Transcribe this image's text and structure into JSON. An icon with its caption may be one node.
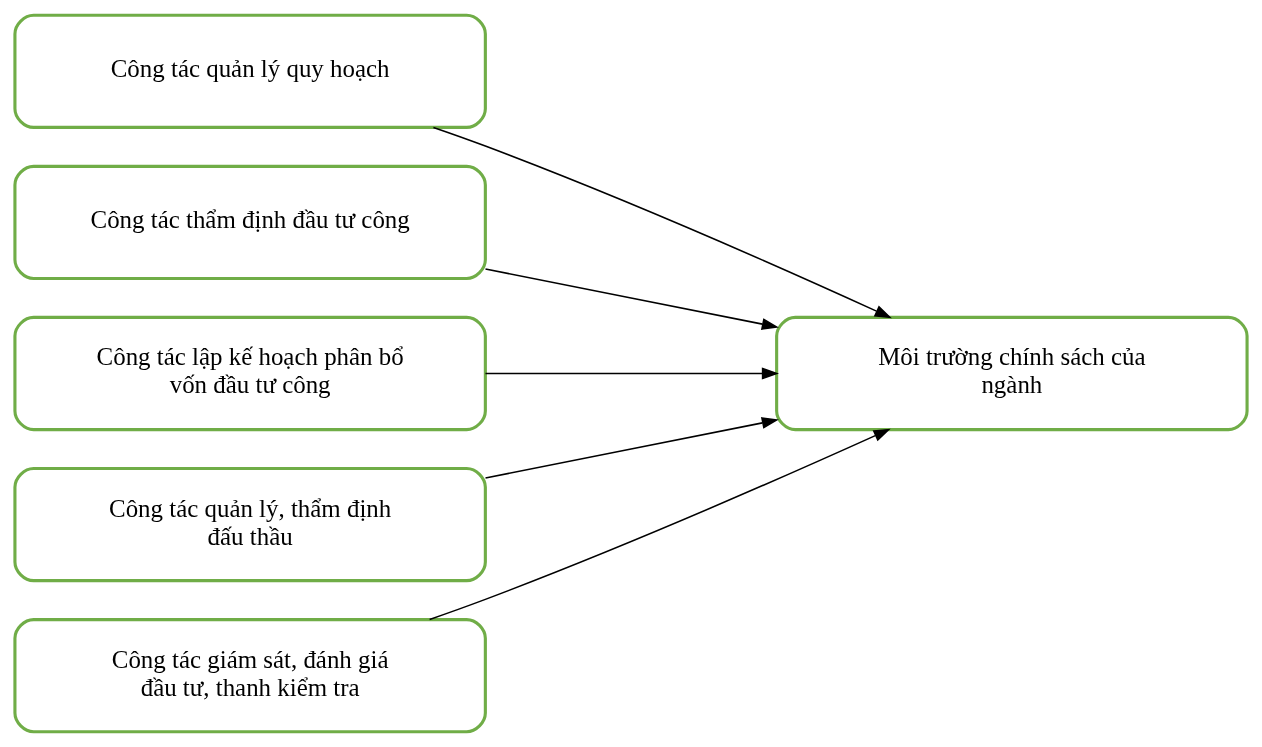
{
  "diagram": {
    "nodes": [
      {
        "text": [
          "Công tác quản lý quy hoạch"
        ]
      },
      {
        "text": [
          "Công tác thẩm định đầu tư công"
        ]
      },
      {
        "text": [
          "Công tác lập kế hoạch phân bổ vốn đầu tư công"
        ]
      },
      {
        "text": [
          "Công tác quản lý, thẩm định đấu thầu"
        ]
      },
      {
        "text": [
          "Công tác giám sát, đánh giá đầu tư, thanh kiểm tra"
        ]
      },
      {
        "text": [
          "Môi trường chính sách của ngành"
        ]
      }
    ],
    "edges": [
      {
        "from": 0,
        "to": 5,
        "arrow": "to"
      },
      {
        "from": 1,
        "to": 5,
        "arrow": "to"
      },
      {
        "from": 2,
        "to": 5,
        "arrow": "to"
      },
      {
        "from": 3,
        "to": 5,
        "arrow": "to"
      },
      {
        "from": 4,
        "to": 5,
        "arrow": "to"
      }
    ]
  }
}
